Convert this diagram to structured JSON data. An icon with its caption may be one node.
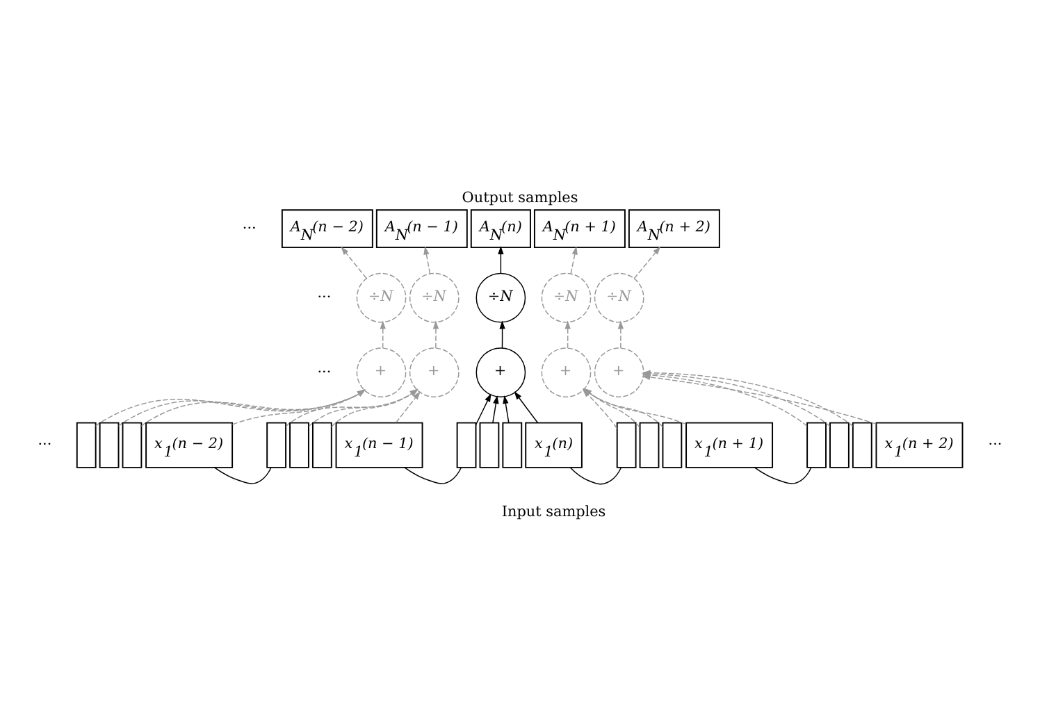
{
  "diagram": {
    "title": "Output samples",
    "caption": "Input samples",
    "nodes": [
      {
        "text": [
          "A$_{N}$(n − 2)"
        ]
      },
      {
        "text": [
          "A$_{N}$(n − 1)"
        ]
      },
      {
        "text": [
          "A$_{N}$(n)"
        ]
      },
      {
        "text": [
          "A$_{N}$(n + 1)"
        ]
      },
      {
        "text": [
          "A$_{N}$(n + 2)"
        ]
      },
      {
        "text": [
          "÷N"
        ]
      },
      {
        "text": [
          "÷N"
        ]
      },
      {
        "text": [
          "÷N"
        ]
      },
      {
        "text": [
          "÷N"
        ]
      },
      {
        "text": [
          "÷N"
        ]
      },
      {
        "text": [
          "+"
        ]
      },
      {
        "text": [
          "+"
        ]
      },
      {
        "text": [
          "+"
        ]
      },
      {
        "text": [
          "+"
        ]
      },
      {
        "text": [
          "+"
        ]
      },
      {
        "text": [],
        "shape": "box"
      },
      {
        "text": [],
        "shape": "box"
      },
      {
        "text": [],
        "shape": "box"
      },
      {
        "text": [
          "x$_{1}$(n − 2)"
        ]
      },
      {
        "text": [],
        "shape": "box"
      },
      {
        "text": [],
        "shape": "box"
      },
      {
        "text": [],
        "shape": "box"
      },
      {
        "text": [
          "x$_{1}$(n − 1)"
        ]
      },
      {
        "text": [],
        "shape": "box"
      },
      {
        "text": [],
        "shape": "box"
      },
      {
        "text": [],
        "shape": "box"
      },
      {
        "text": [
          "x$_{1}$(n)"
        ]
      },
      {
        "text": [],
        "shape": "box"
      },
      {
        "text": [],
        "shape": "box"
      },
      {
        "text": [],
        "shape": "box"
      },
      {
        "text": [
          "x$_{1}$(n + 1)"
        ]
      },
      {
        "text": [],
        "shape": "box"
      },
      {
        "text": [],
        "shape": "box"
      },
      {
        "text": [],
        "shape": "box"
      },
      {
        "text": [
          "x$_{1}$(n + 2)"
        ]
      }
    ],
    "edges": [
      {
        "from": 10,
        "to": 5,
        "arrow": "to",
        "style": "dashed",
        "color": "#999999"
      },
      {
        "from": 11,
        "to": 6,
        "arrow": "to",
        "style": "dashed",
        "color": "#999999"
      },
      {
        "from": 12,
        "to": 7,
        "arrow": "to",
        "color": "#000000"
      },
      {
        "from": 13,
        "to": 8,
        "arrow": "to",
        "style": "dashed",
        "color": "#999999"
      },
      {
        "from": 14,
        "to": 9,
        "arrow": "to",
        "style": "dashed",
        "color": "#999999"
      },
      {
        "from": 5,
        "to": 0,
        "arrow": "to",
        "style": "dashed",
        "color": "#999999"
      },
      {
        "from": 6,
        "to": 1,
        "arrow": "to",
        "style": "dashed",
        "color": "#999999"
      },
      {
        "from": 7,
        "to": 2,
        "arrow": "to",
        "color": "#000000"
      },
      {
        "from": 8,
        "to": 3,
        "arrow": "to",
        "style": "dashed",
        "color": "#999999"
      },
      {
        "from": 9,
        "to": 4,
        "arrow": "to",
        "style": "dashed",
        "color": "#999999"
      },
      {
        "from": 15,
        "to": 10,
        "arrow": "to",
        "style": "dashed",
        "color": "#999999"
      },
      {
        "from": 16,
        "to": 10,
        "arrow": "to",
        "style": "dashed",
        "color": "#999999"
      },
      {
        "from": 17,
        "to": 10,
        "arrow": "to",
        "style": "dashed",
        "color": "#999999"
      },
      {
        "from": 18,
        "to": 10,
        "arrow": "to",
        "style": "dashed",
        "color": "#999999"
      },
      {
        "from": 19,
        "to": 11,
        "arrow": "to",
        "style": "dashed",
        "color": "#999999"
      },
      {
        "from": 20,
        "to": 11,
        "arrow": "to",
        "style": "dashed",
        "color": "#999999"
      },
      {
        "from": 21,
        "to": 11,
        "arrow": "to",
        "style": "dashed",
        "color": "#999999"
      },
      {
        "from": 22,
        "to": 11,
        "arrow": "to",
        "style": "dashed",
        "color": "#999999"
      },
      {
        "from": 23,
        "to": 12,
        "arrow": "to",
        "color": "#000000"
      },
      {
        "from": 24,
        "to": 12,
        "arrow": "to",
        "color": "#000000"
      },
      {
        "from": 25,
        "to": 12,
        "arrow": "to",
        "color": "#000000"
      },
      {
        "from": 26,
        "to": 12,
        "arrow": "to",
        "color": "#000000"
      },
      {
        "from": 27,
        "to": 13,
        "arrow": "to",
        "style": "dashed",
        "color": "#999999"
      },
      {
        "from": 28,
        "to": 13,
        "arrow": "to",
        "style": "dashed",
        "color": "#999999"
      },
      {
        "from": 29,
        "to": 13,
        "arrow": "to",
        "style": "dashed",
        "color": "#999999"
      },
      {
        "from": 30,
        "to": 13,
        "arrow": "to",
        "style": "dashed",
        "color": "#999999"
      },
      {
        "from": 31,
        "to": 14,
        "arrow": "to",
        "style": "dashed",
        "color": "#999999"
      },
      {
        "from": 32,
        "to": 14,
        "arrow": "to",
        "style": "dashed",
        "color": "#999999"
      },
      {
        "from": 33,
        "to": 14,
        "arrow": "to",
        "style": "dashed",
        "color": "#999999"
      },
      {
        "from": 34,
        "to": 14,
        "arrow": "to",
        "style": "dashed",
        "color": "#999999"
      },
      {
        "from": 18,
        "to": 19,
        "arrow": "none",
        "color": "#000000"
      },
      {
        "from": 22,
        "to": 23,
        "arrow": "none",
        "color": "#000000"
      },
      {
        "from": 26,
        "to": 27,
        "arrow": "none",
        "color": "#000000"
      },
      {
        "from": 30,
        "to": 31,
        "arrow": "none",
        "color": "#000000"
      }
    ],
    "labels": [
      "···",
      "···",
      "···",
      "···",
      "···"
    ]
  }
}
